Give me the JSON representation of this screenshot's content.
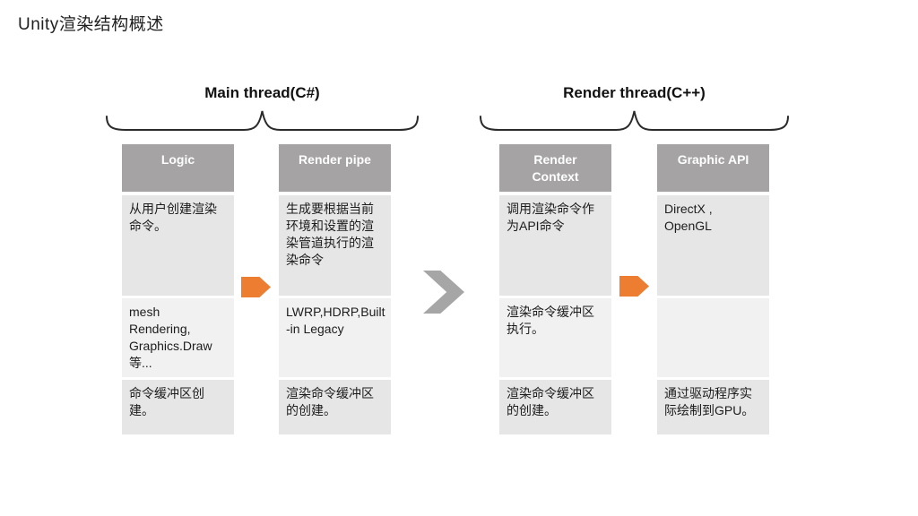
{
  "slide_title": "Unity渲染结构概述",
  "groups": [
    {
      "label": "Main thread(C#)"
    },
    {
      "label": "Render thread(C++)"
    }
  ],
  "columns": [
    {
      "header": "Logic",
      "cells": [
        "从用户创建渲染\n命令。",
        "mesh\nRendering,\nGraphics.Draw\n等...",
        "命令缓冲区创建。"
      ]
    },
    {
      "header": "Render pipe",
      "cells": [
        "生成要根据当前\n环境和设置的渲\n染管道执行的渲\n染命令",
        "LWRP,HDRP,Built\n-in Legacy",
        "渲染命令缓冲区\n的创建。"
      ]
    },
    {
      "header": "Render\nContext",
      "cells": [
        "调用渲染命令作\n为API命令",
        "渲染命令缓冲区\n执行。",
        "渲染命令缓冲区\n的创建。"
      ]
    },
    {
      "header": "Graphic API",
      "cells": [
        "DirectX ,\nOpenGL",
        "",
        "通过驱动程序实\n际绘制到GPU。"
      ]
    }
  ],
  "icons": {
    "step_arrow": "orange-right-arrow",
    "handoff_arrow": "gray-chevron-right",
    "group_bracket": "curly-brace-over-columns"
  },
  "colors": {
    "header_bg": "#A5A3A3",
    "cell_bg_dark": "#E7E6E6",
    "cell_bg_light": "#F2F1F1",
    "arrow_orange": "#ED7D31",
    "chevron_gray": "#A6A6A6",
    "brace_stroke": "#2b2b2b"
  }
}
